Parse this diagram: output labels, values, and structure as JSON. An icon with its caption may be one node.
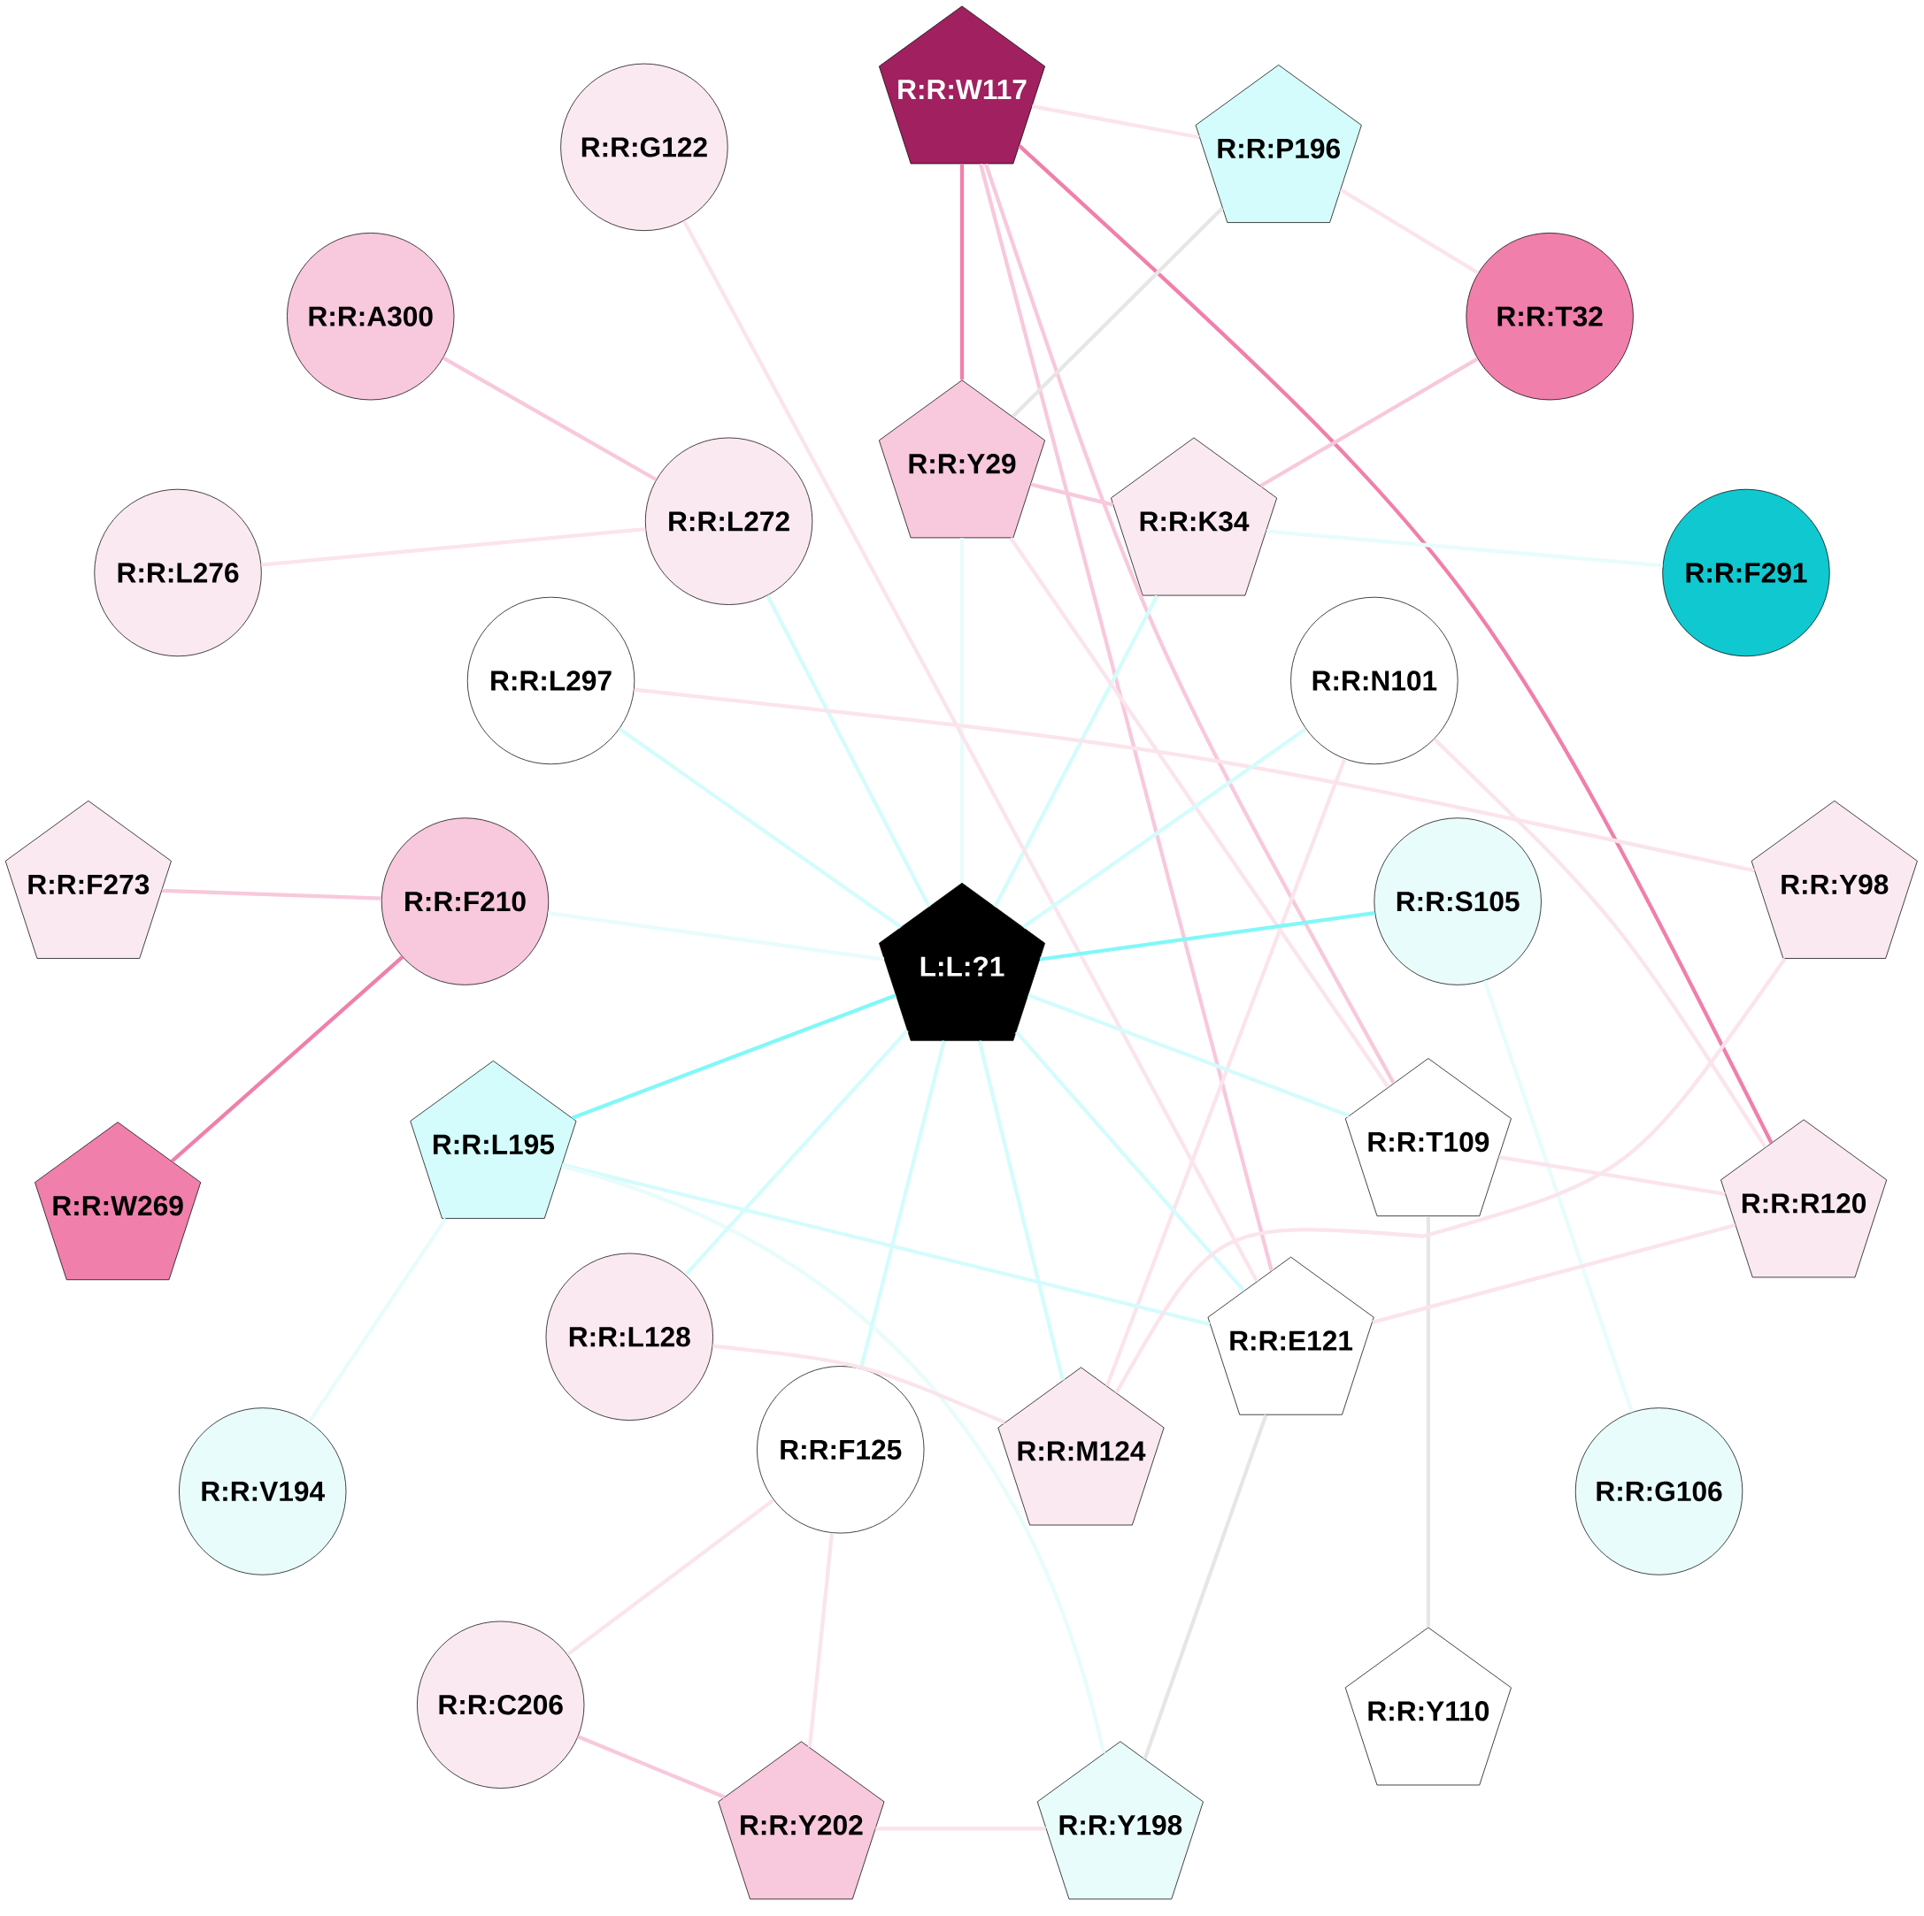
{
  "diagram": {
    "nodes": [
      {
        "text": [
          "R:R:W117"
        ]
      },
      {
        "text": [
          "R:R:G122"
        ]
      },
      {
        "text": [
          "R:R:P196"
        ]
      },
      {
        "text": [
          "R:R:A300"
        ]
      },
      {
        "text": [
          "R:R:T32"
        ]
      },
      {
        "text": [
          "R:R:Y29"
        ]
      },
      {
        "text": [
          "R:R:L272"
        ]
      },
      {
        "text": [
          "R:R:K34"
        ]
      },
      {
        "text": [
          "R:R:L276"
        ]
      },
      {
        "text": [
          "R:R:F291"
        ]
      },
      {
        "text": [
          "R:R:L297"
        ]
      },
      {
        "text": [
          "R:R:N101"
        ]
      },
      {
        "text": [
          "R:R:F273"
        ]
      },
      {
        "text": [
          "R:R:F210"
        ]
      },
      {
        "text": [
          "L:L:?1"
        ]
      },
      {
        "text": [
          "R:R:S105"
        ]
      },
      {
        "text": [
          "R:R:Y98"
        ]
      },
      {
        "text": [
          "R:R:L195"
        ]
      },
      {
        "text": [
          "R:R:W269"
        ]
      },
      {
        "text": [
          "R:R:T109"
        ]
      },
      {
        "text": [
          "R:R:R120"
        ]
      },
      {
        "text": [
          "R:R:L128"
        ]
      },
      {
        "text": [
          "R:R:E121"
        ]
      },
      {
        "text": [
          "R:R:F125"
        ]
      },
      {
        "text": [
          "R:R:M124"
        ]
      },
      {
        "text": [
          "R:R:V194"
        ]
      },
      {
        "text": [
          "R:R:G106"
        ]
      },
      {
        "text": [
          "R:R:C206"
        ]
      },
      {
        "text": [
          "R:R:Y110"
        ]
      },
      {
        "text": [
          "R:R:Y202"
        ]
      },
      {
        "text": [
          "R:R:Y198"
        ]
      }
    ],
    "edges": [
      {
        "from": 0,
        "to": 2,
        "arrow": "none",
        "color": "#fbe4ec"
      },
      {
        "from": 0,
        "to": 5,
        "arrow": "none",
        "color": "#f07fab"
      },
      {
        "from": 0,
        "to": 22,
        "arrow": "none",
        "color": "#f8c8dc"
      },
      {
        "from": 0,
        "to": 19,
        "arrow": "none",
        "color": "#f8c8dc"
      },
      {
        "from": 0,
        "to": 20,
        "arrow": "none",
        "color": "#f07fab"
      },
      {
        "from": 2,
        "to": 4,
        "arrow": "none",
        "color": "#fbe4ec"
      },
      {
        "from": 2,
        "to": 5,
        "arrow": "none",
        "color": "#e6e6e6"
      },
      {
        "from": 4,
        "to": 7,
        "arrow": "none",
        "color": "#f8c8dc"
      },
      {
        "from": 5,
        "to": 7,
        "arrow": "none",
        "color": "#f8c8dc"
      },
      {
        "from": 7,
        "to": 9,
        "arrow": "none",
        "color": "#e8fcfc"
      },
      {
        "from": 7,
        "to": 14,
        "arrow": "none",
        "color": "#d4fcfc"
      },
      {
        "from": 5,
        "to": 14,
        "arrow": "none",
        "color": "#e8fcfc"
      },
      {
        "from": 5,
        "to": 19,
        "arrow": "none",
        "color": "#fbe4ec"
      },
      {
        "from": 1,
        "to": 22,
        "arrow": "none",
        "color": "#fbe4ec"
      },
      {
        "from": 3,
        "to": 6,
        "arrow": "none",
        "color": "#f8c8dc"
      },
      {
        "from": 8,
        "to": 6,
        "arrow": "none",
        "color": "#fbe4ec"
      },
      {
        "from": 6,
        "to": 14,
        "arrow": "none",
        "color": "#d4fcfc"
      },
      {
        "from": 10,
        "to": 14,
        "arrow": "none",
        "color": "#d4fcfc"
      },
      {
        "from": 10,
        "to": 16,
        "arrow": "none",
        "color": "#fbe4ec"
      },
      {
        "from": 11,
        "to": 14,
        "arrow": "none",
        "color": "#d4fcfc"
      },
      {
        "from": 11,
        "to": 24,
        "arrow": "none",
        "color": "#fbe4ec"
      },
      {
        "from": 11,
        "to": 20,
        "arrow": "none",
        "color": "#fbe4ec"
      },
      {
        "from": 12,
        "to": 13,
        "arrow": "none",
        "color": "#f8c8dc"
      },
      {
        "from": 13,
        "to": 14,
        "arrow": "none",
        "color": "#e8fcfc"
      },
      {
        "from": 13,
        "to": 18,
        "arrow": "none",
        "color": "#f07fab"
      },
      {
        "from": 14,
        "to": 15,
        "arrow": "none",
        "color": "#80f8f8"
      },
      {
        "from": 15,
        "to": 26,
        "arrow": "none",
        "color": "#e8fcfc"
      },
      {
        "from": 14,
        "to": 17,
        "arrow": "none",
        "color": "#80f8f8"
      },
      {
        "from": 17,
        "to": 22,
        "arrow": "none",
        "color": "#d4fcfc"
      },
      {
        "from": 17,
        "to": 25,
        "arrow": "none",
        "color": "#e8fcfc"
      },
      {
        "from": 17,
        "to": 30,
        "arrow": "none",
        "color": "#e8fcfc"
      },
      {
        "from": 14,
        "to": 19,
        "arrow": "none",
        "color": "#d4fcfc"
      },
      {
        "from": 14,
        "to": 22,
        "arrow": "none",
        "color": "#d4fcfc"
      },
      {
        "from": 14,
        "to": 24,
        "arrow": "none",
        "color": "#d4fcfc"
      },
      {
        "from": 14,
        "to": 23,
        "arrow": "none",
        "color": "#d4fcfc"
      },
      {
        "from": 14,
        "to": 21,
        "arrow": "none",
        "color": "#d4fcfc"
      },
      {
        "from": 19,
        "to": 20,
        "arrow": "none",
        "color": "#fbe4ec"
      },
      {
        "from": 19,
        "to": 28,
        "arrow": "none",
        "color": "#e6e6e6"
      },
      {
        "from": 22,
        "to": 20,
        "arrow": "none",
        "color": "#fbe4ec"
      },
      {
        "from": 22,
        "to": 30,
        "arrow": "none",
        "color": "#e6e6e6"
      },
      {
        "from": 16,
        "to": 24,
        "arrow": "none",
        "color": "#fbe4ec"
      },
      {
        "from": 21,
        "to": 24,
        "arrow": "none",
        "color": "#fbe4ec"
      },
      {
        "from": 23,
        "to": 27,
        "arrow": "none",
        "color": "#fbe4ec"
      },
      {
        "from": 23,
        "to": 29,
        "arrow": "none",
        "color": "#fbe4ec"
      },
      {
        "from": 27,
        "to": 29,
        "arrow": "none",
        "color": "#f8c8dc"
      },
      {
        "from": 29,
        "to": 30,
        "arrow": "none",
        "color": "#fbe4ec"
      }
    ]
  }
}
